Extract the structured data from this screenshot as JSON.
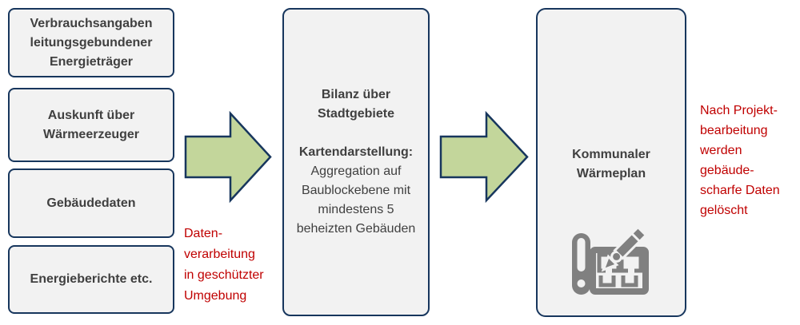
{
  "colors": {
    "box_fill": "#f2f2f2",
    "box_border": "#17365d",
    "box_text": "#404040",
    "arrow_fill": "#c3d69b",
    "arrow_border": "#17365d",
    "note_red": "#c00000",
    "icon_gray": "#808080"
  },
  "inputs": [
    {
      "label": "Verbrauchsangaben\nleitungsgebundener\nEnergieträger"
    },
    {
      "label": "Auskunft über\nWärmeerzeuger"
    },
    {
      "label": "Gebäudedaten"
    },
    {
      "label": "Energieberichte etc."
    }
  ],
  "process_box": {
    "title": "Bilanz über\nStadtgebiete",
    "subtitle": "Kartendarstellung:",
    "body": "Aggregation auf\nBaublockebene mit\nmindestens 5\nbeheizten Gebäuden"
  },
  "result_box": {
    "title": "Kommunaler\nWärmeplan",
    "icon": "blueprint-pencil-icon"
  },
  "notes": {
    "processing": "Daten-\nverarbeitung\nin geschützter\nUmgebung",
    "deletion": "Nach Projekt-\nbearbeitung\nwerden\ngebäude-\nscharfe Daten\ngelöscht"
  }
}
